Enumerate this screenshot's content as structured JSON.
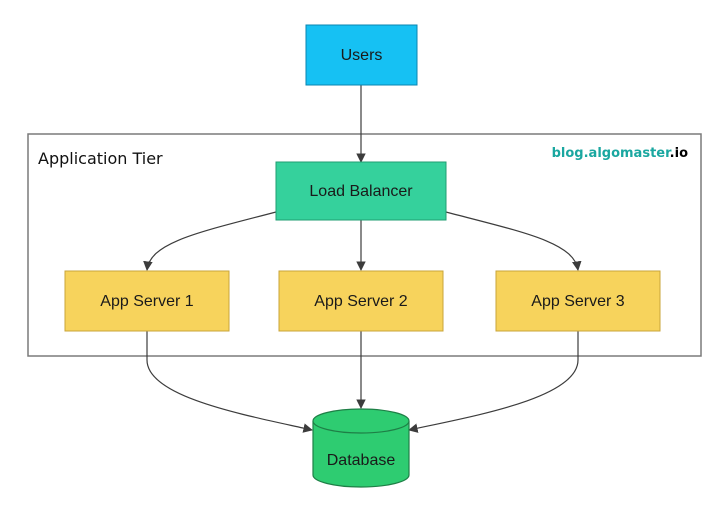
{
  "tier": {
    "label": "Application Tier"
  },
  "brand": {
    "prefix": "blog.",
    "name": "algomaster",
    "suffix": ".io",
    "colors": {
      "prefix": "#1aa7a0",
      "name": "#1aa7a0",
      "suffix": "#000000"
    }
  },
  "nodes": {
    "users": {
      "label": "Users",
      "color": "#16c1f3"
    },
    "load_balancer": {
      "label": "Load Balancer",
      "color": "#35d19c"
    },
    "app_servers": [
      {
        "label": "App Server 1",
        "color": "#f7d35c"
      },
      {
        "label": "App Server 2",
        "color": "#f7d35c"
      },
      {
        "label": "App Server 3",
        "color": "#f7d35c"
      }
    ],
    "database": {
      "label": "Database",
      "color": "#2ecc71"
    }
  },
  "edges": [
    {
      "from": "Users",
      "to": "Load Balancer"
    },
    {
      "from": "Load Balancer",
      "to": "App Server 1"
    },
    {
      "from": "Load Balancer",
      "to": "App Server 2"
    },
    {
      "from": "Load Balancer",
      "to": "App Server 3"
    },
    {
      "from": "App Server 1",
      "to": "Database"
    },
    {
      "from": "App Server 2",
      "to": "Database"
    },
    {
      "from": "App Server 3",
      "to": "Database"
    }
  ]
}
